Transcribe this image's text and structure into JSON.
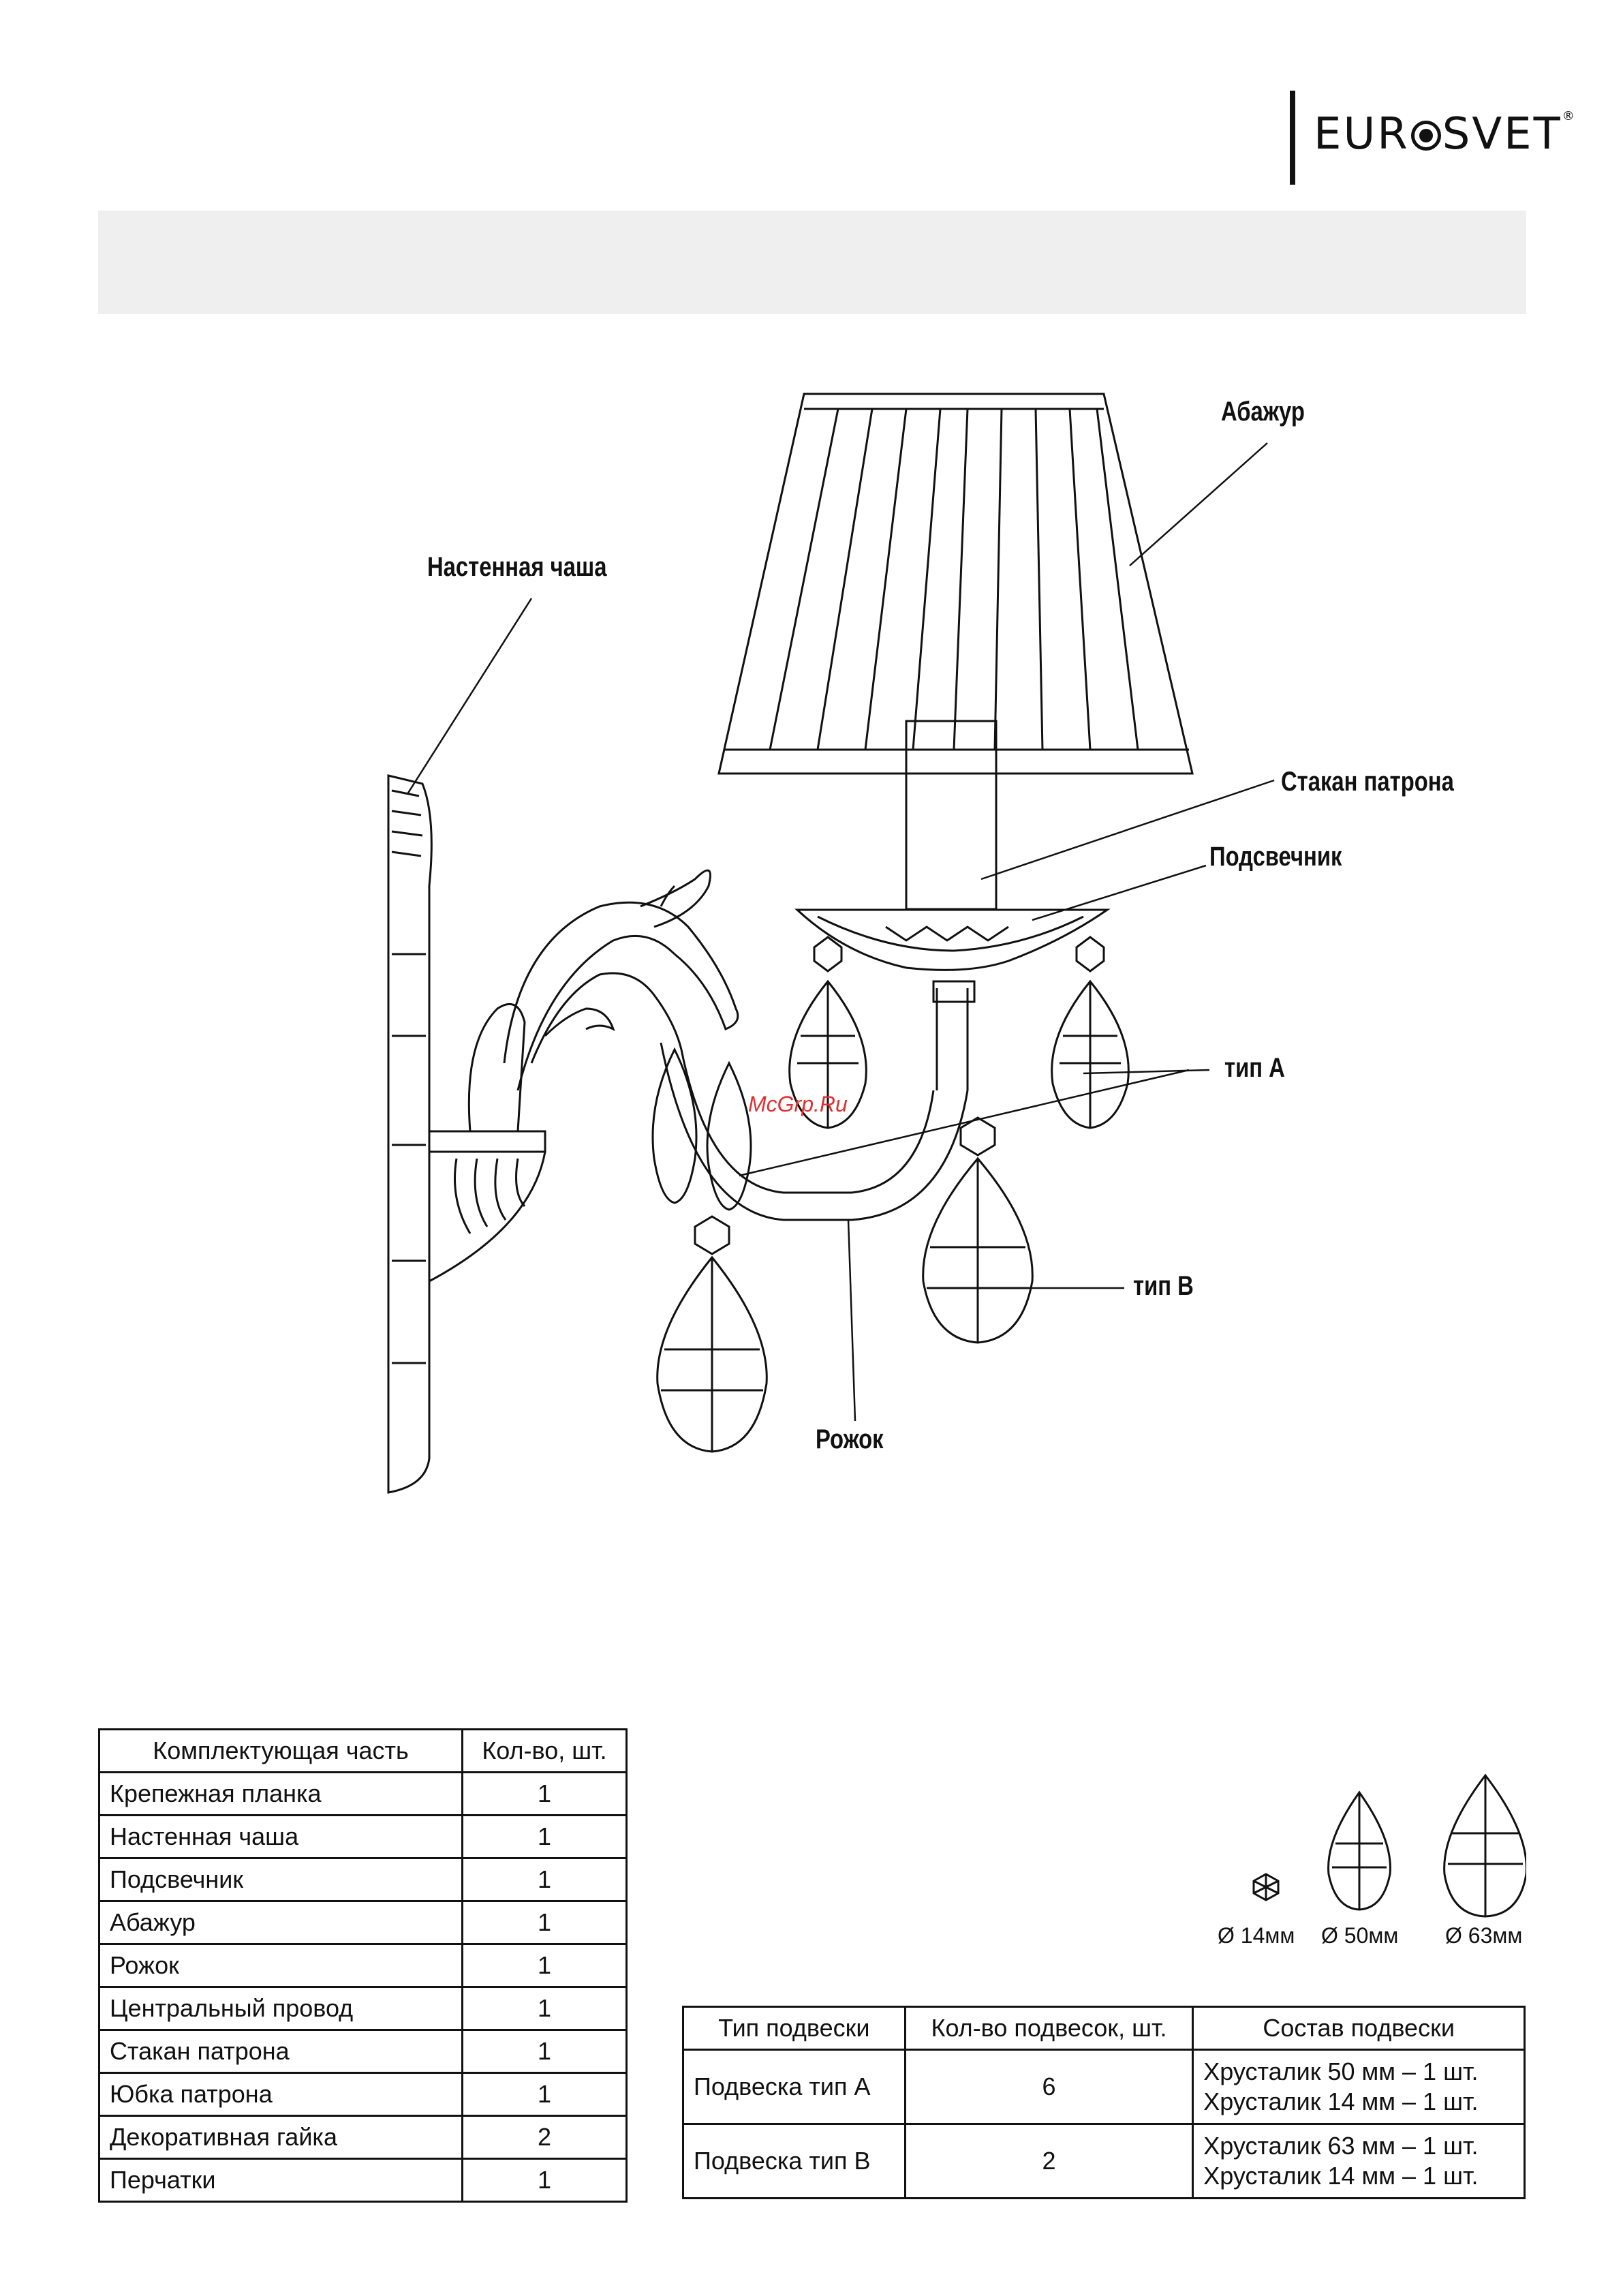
{
  "brand": {
    "pre": "EUR",
    "post": "SVET",
    "reg": "®"
  },
  "watermark": "McGrp.Ru",
  "labels": {
    "shade": "Абажур",
    "wall_cup": "Настенная чаша",
    "socket_cup": "Стакан патрона",
    "candle_holder": "Подсвечник",
    "type_a": "тип А",
    "type_b": "тип В",
    "arm": "Рожок"
  },
  "parts_table": {
    "headers": [
      "Комплектующая часть",
      "Кол-во, шт."
    ],
    "rows": [
      [
        "Крепежная планка",
        "1"
      ],
      [
        "Настенная чаша",
        "1"
      ],
      [
        "Подсвечник",
        "1"
      ],
      [
        "Абажур",
        "1"
      ],
      [
        "Рожок",
        "1"
      ],
      [
        "Центральный провод",
        "1"
      ],
      [
        "Стакан патрона",
        "1"
      ],
      [
        "Юбка патрона",
        "1"
      ],
      [
        "Декоративная гайка",
        "2"
      ],
      [
        "Перчатки",
        "1"
      ]
    ]
  },
  "crystal_sizes": [
    "Ø 14мм",
    "Ø 50мм",
    "Ø 63мм"
  ],
  "pendant_table": {
    "headers": [
      "Тип подвески",
      "Кол-во подвесок, шт.",
      "Состав подвески"
    ],
    "rows": [
      {
        "type": "Подвеска тип А",
        "qty": "6",
        "comp1": "Хрусталик 50 мм – 1 шт.",
        "comp2": "Хрусталик 14 мм – 1 шт."
      },
      {
        "type": "Подвеска тип В",
        "qty": "2",
        "comp1": "Хрусталик 63 мм – 1 шт.",
        "comp2": "Хрусталик 14 мм – 1  шт."
      }
    ]
  }
}
